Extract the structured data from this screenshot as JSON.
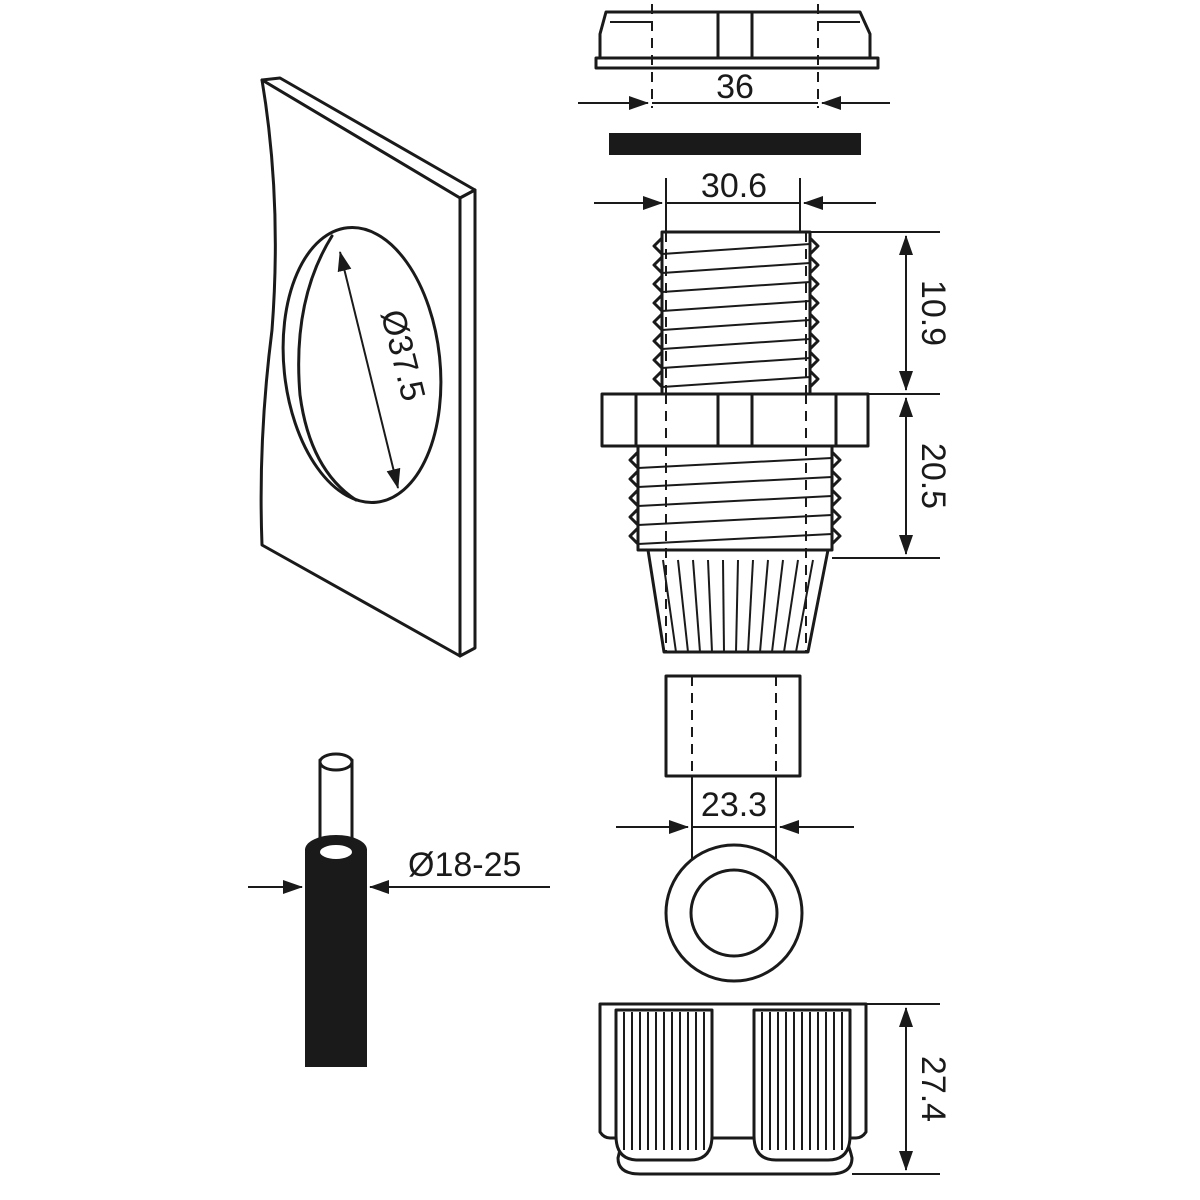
{
  "dimensions": {
    "cap_hex_width": "36",
    "thread_width": "30.6",
    "thread_upper_height": "10.9",
    "thread_lower_height": "20.5",
    "seal_width": "23.3",
    "cap_height": "27.4",
    "panel_hole_diameter": "Ø37.5",
    "cable_diameter_range": "Ø18-25"
  },
  "colors": {
    "line": "#1a1a1a",
    "background": "#ffffff"
  }
}
